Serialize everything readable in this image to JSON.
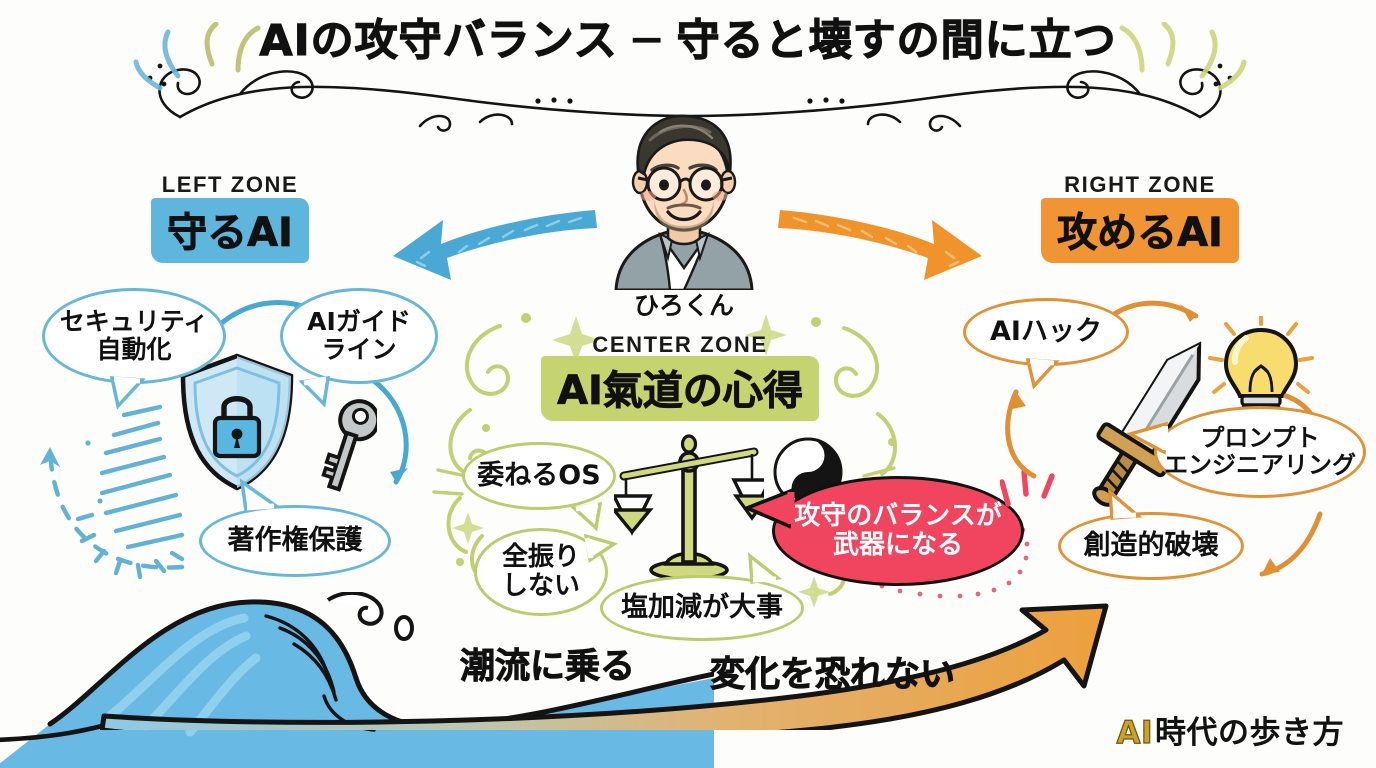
{
  "poster": {
    "title": "AIの攻守バランス ─ 守ると壊すの間に立つ",
    "signature_ai": "AI",
    "signature_rest": "時代の歩き方",
    "background_color": "#fdfdfb"
  },
  "avatar": {
    "name_label": "ひろくん",
    "description_icon": "person-avatar-icon"
  },
  "zones": {
    "left": {
      "kicker": "LEFT ZONE",
      "title": "守るAI",
      "accent_color": "#5fb6dd",
      "bubbles": [
        {
          "id": "security-automation",
          "text": "セキュリティ\n自動化",
          "line1": "セキュリティ",
          "line2": "自動化"
        },
        {
          "id": "ai-guideline",
          "text": "AIガイド\nライン",
          "line1": "AIガイド",
          "line2": "ライン"
        },
        {
          "id": "copyright-protection",
          "text": "著作権保護",
          "line1": "著作権保護",
          "line2": ""
        }
      ],
      "icons": [
        "shield-lock-icon",
        "key-icon",
        "sparkle-burst-icon",
        "dashed-arrow-icon"
      ]
    },
    "center": {
      "kicker": "CENTER ZONE",
      "title": "AI氣道の心得",
      "accent_color": "#c5d46e",
      "bubbles": [
        {
          "id": "delegate-os",
          "text": "委ねるOS",
          "line1": "委ねるOS",
          "line2": ""
        },
        {
          "id": "no-all-in",
          "text": "全振り\nしない",
          "line1": "全振り",
          "line2": "しない"
        },
        {
          "id": "salt-balance",
          "text": "塩加減が大事",
          "line1": "塩加減が大事",
          "line2": ""
        }
      ],
      "icons": [
        "balance-scale-icon",
        "yin-yang-icon",
        "sparkle-icon",
        "swirl-decor-icon"
      ]
    },
    "right": {
      "kicker": "RIGHT ZONE",
      "title": "攻めるAI",
      "accent_color": "#f09434",
      "bubbles": [
        {
          "id": "ai-hack",
          "text": "AIハック",
          "line1": "AIハック",
          "line2": ""
        },
        {
          "id": "prompt-engineering",
          "text": "プロンプト\nエンジニアリング",
          "line1": "プロンプト",
          "line2": "エンジニアリング"
        },
        {
          "id": "creative-destruction",
          "text": "創造的破壊",
          "line1": "創造的破壊",
          "line2": ""
        }
      ],
      "icons": [
        "sword-icon",
        "lightbulb-icon",
        "curved-arrow-icon"
      ]
    }
  },
  "highlight_callout": {
    "id": "balance-is-weapon",
    "line1": "攻守のバランスが",
    "line2": "武器になる",
    "background_color": "#f0445f",
    "text_color": "#ffffff"
  },
  "bottom": {
    "caption_left": "潮流に乗る",
    "caption_right": "変化を恐れない",
    "wave_icon": "ocean-wave-icon",
    "rising_arrow_icon": "rising-arrow-icon",
    "wave_color": "#58ace0",
    "arrow_color": "#e8a03c"
  },
  "arrows": {
    "left_arrow_color": "#4aa9d4",
    "right_arrow_color": "#f0932b",
    "left_arrow_icon": "big-left-arrow-icon",
    "right_arrow_icon": "big-right-arrow-icon"
  }
}
